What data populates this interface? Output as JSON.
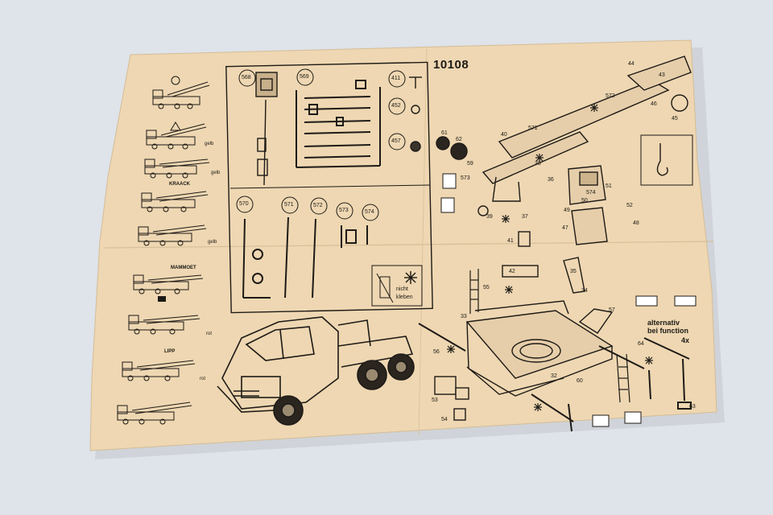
{
  "sheet": {
    "kit_number": "10108",
    "paper_color": "#eed7b2",
    "ink_color": "#1d1a16",
    "background_color": "#dfe3ea"
  },
  "panels": {
    "top_row": [
      "568",
      "569",
      "411",
      "452",
      "457"
    ],
    "bottom_row": [
      "570",
      "571",
      "572",
      "573",
      "574"
    ]
  },
  "versions": {
    "brands": [
      "MAMMOET",
      "KRAACK",
      "LIPP"
    ],
    "colors": [
      "gelb",
      "gelb",
      "gelb",
      "rot",
      "rot"
    ]
  },
  "glue_note": {
    "line1": "nicht",
    "line2": "kleben"
  },
  "alternative_note": {
    "line1": "alternativ",
    "line2": "bei function",
    "line3": "4x"
  },
  "part_numbers": [
    "32",
    "33",
    "34",
    "35",
    "36",
    "37",
    "38",
    "39",
    "40",
    "41",
    "42",
    "43",
    "44",
    "45",
    "46",
    "47",
    "48",
    "49",
    "50",
    "51",
    "52",
    "53",
    "54",
    "55",
    "56",
    "57",
    "59",
    "60",
    "61",
    "62",
    "63",
    "64",
    "571",
    "572",
    "573",
    "574"
  ]
}
